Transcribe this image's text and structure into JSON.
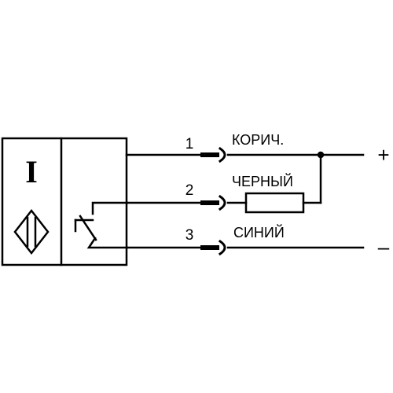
{
  "sensor": {
    "symbol": "I"
  },
  "wires": [
    {
      "pin": "1",
      "color": "КОРИЧ."
    },
    {
      "pin": "2",
      "color": "ЧЕРНЫЙ"
    },
    {
      "pin": "3",
      "color": "СИНИЙ"
    }
  ],
  "terminals": {
    "positive": "+",
    "negative": "–"
  }
}
